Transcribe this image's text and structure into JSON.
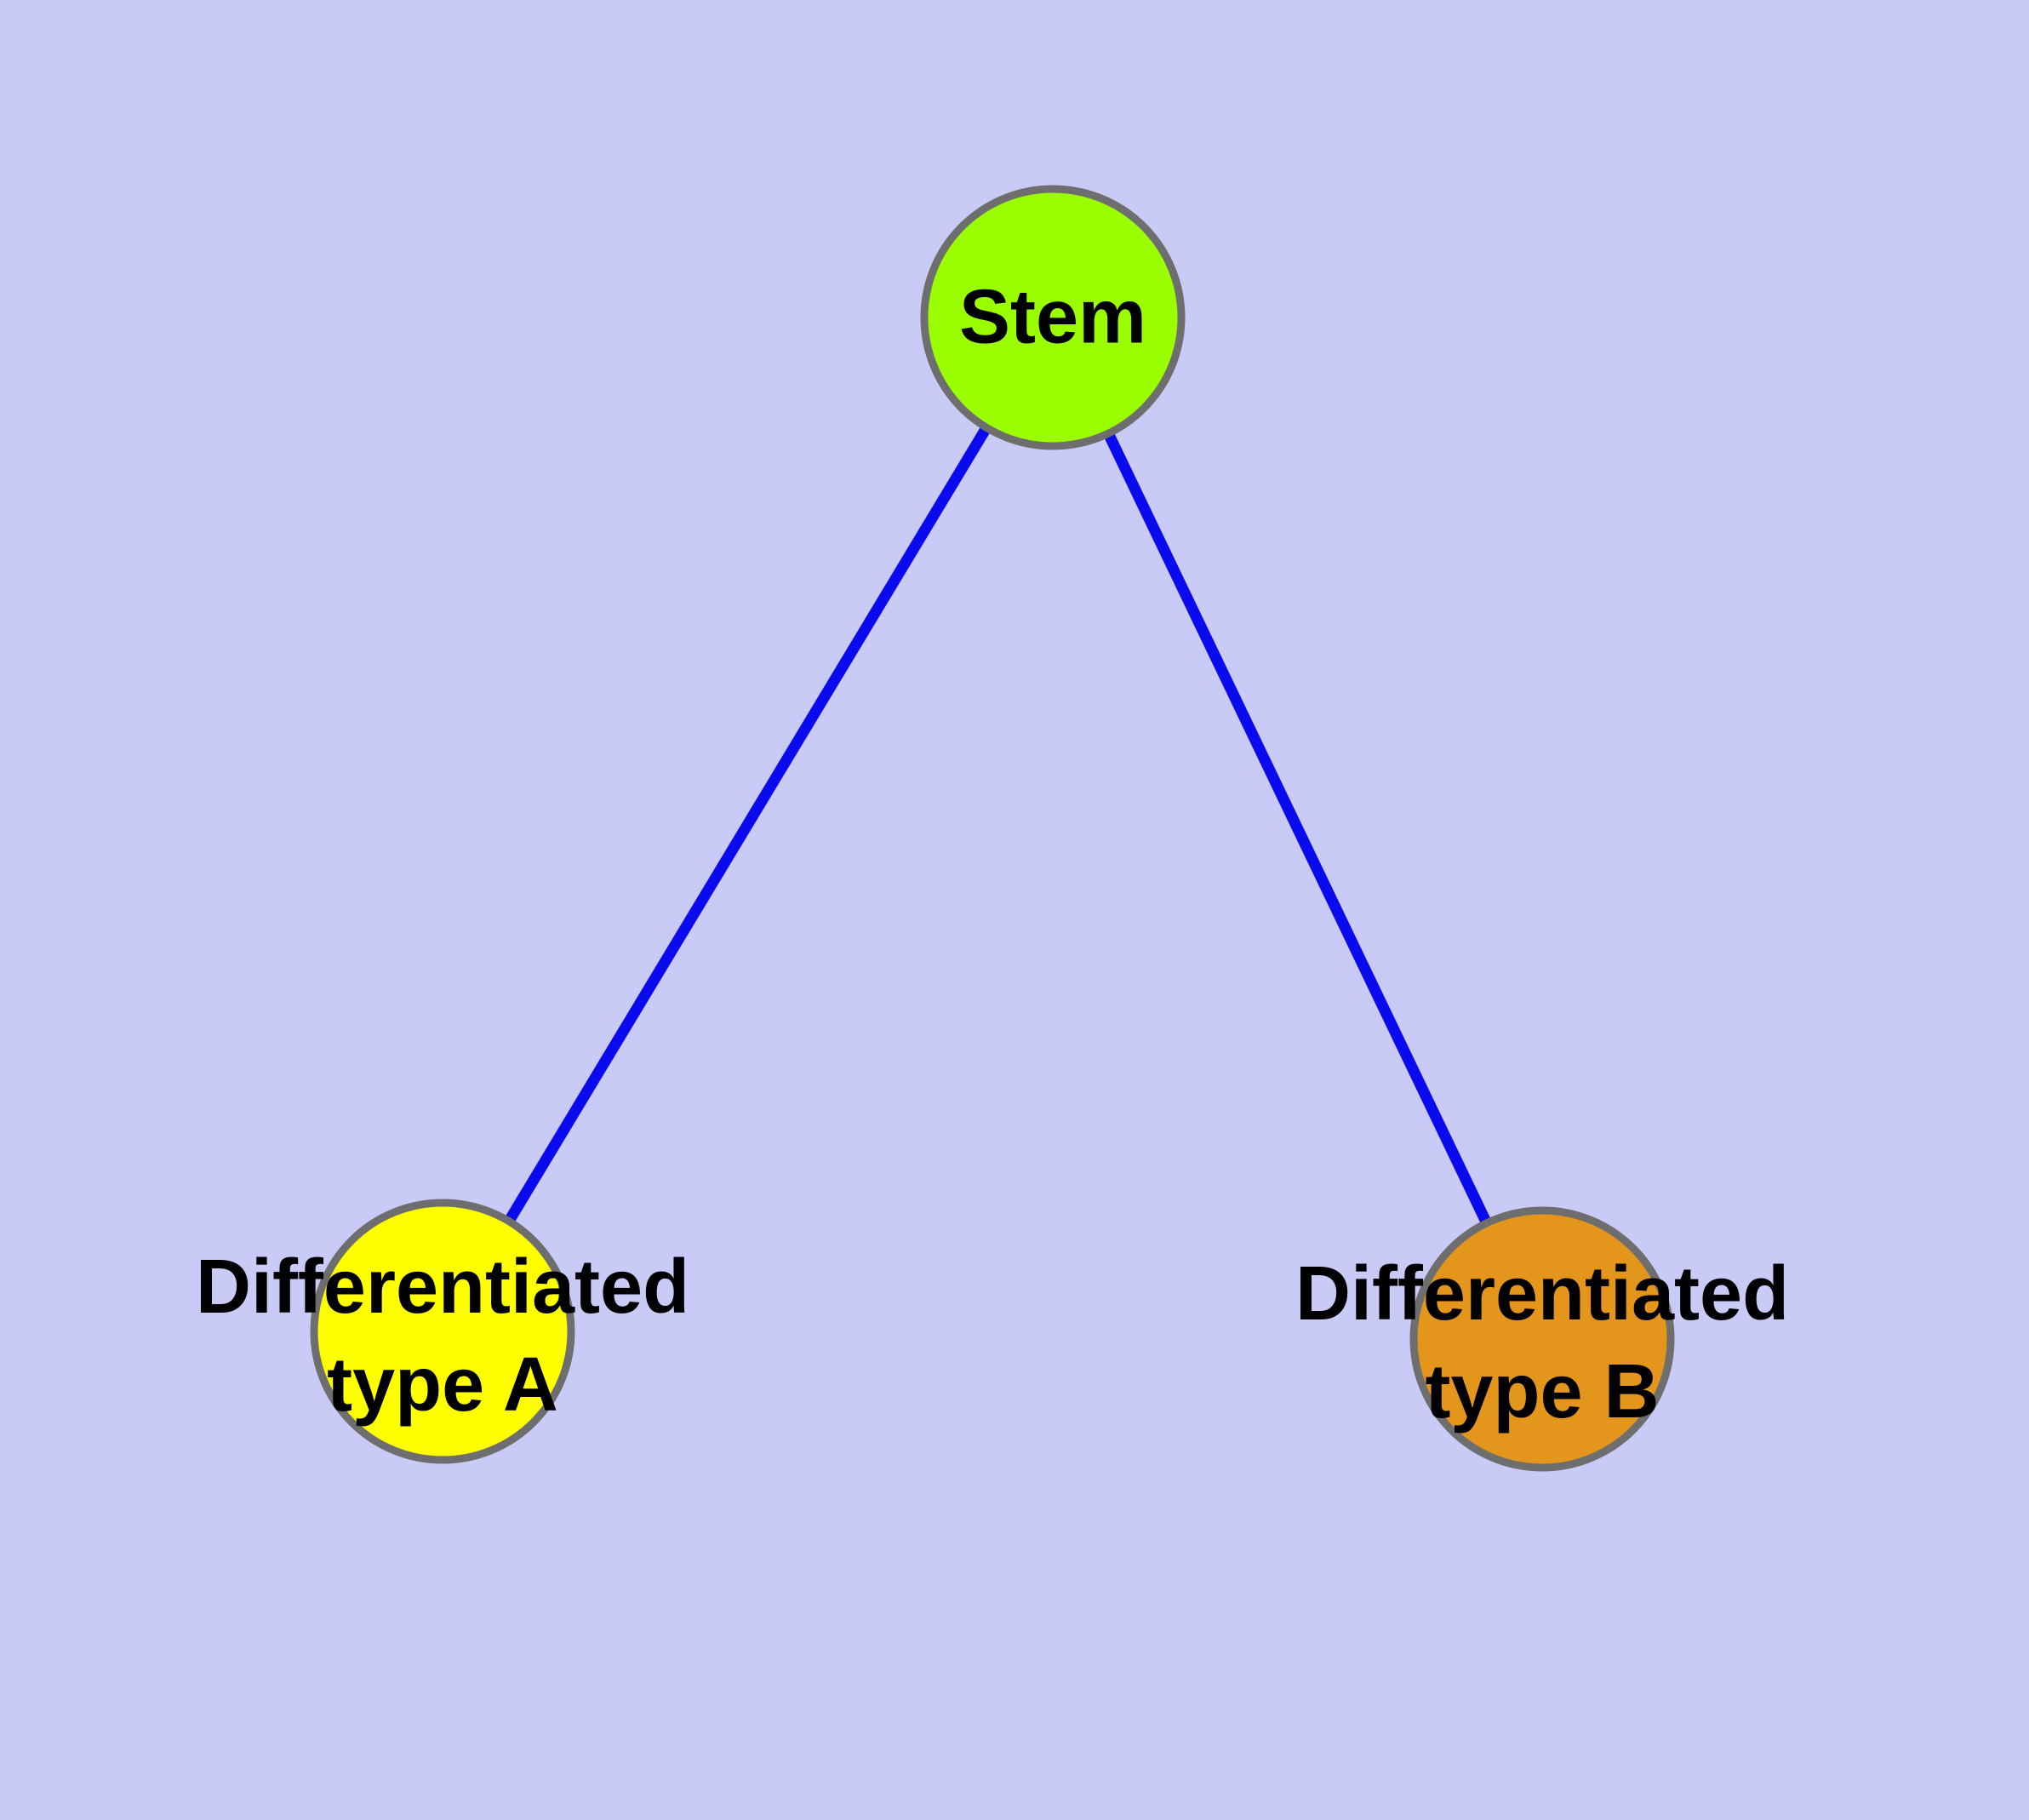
{
  "diagram": {
    "type": "node-edge-graph",
    "background_color": "#CACAF6",
    "edge_color": "#0A0AEE",
    "node_border_color": "#6E6E6E",
    "label_color": "#000000",
    "nodes": [
      {
        "id": "stem",
        "label": "Stem",
        "color": "#9BFE00"
      },
      {
        "id": "type-a",
        "label": "Differentiated\ntype A",
        "color": "#FFFF00"
      },
      {
        "id": "type-b",
        "label": "Differentiated\ntype B",
        "color": "#E4961C"
      }
    ],
    "edges": [
      {
        "from": "stem",
        "to": "type-a"
      },
      {
        "from": "stem",
        "to": "type-b"
      }
    ]
  }
}
